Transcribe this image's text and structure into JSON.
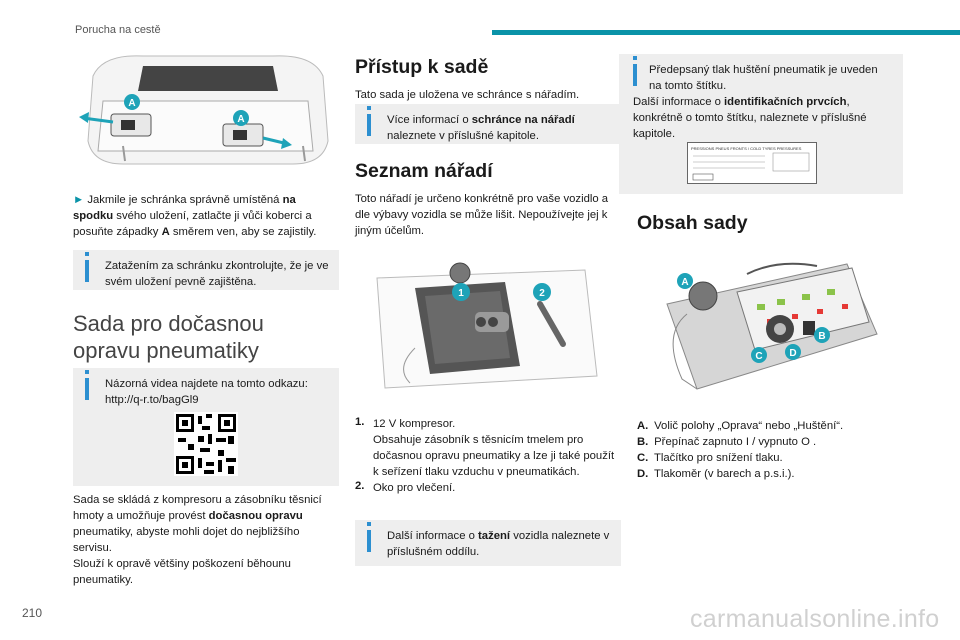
{
  "header": {
    "section": "Porucha na cestě",
    "page_number": "210"
  },
  "watermark": "carmanualsonline.info",
  "col1": {
    "step_text_a": "Jakmile je schránka správně umístěná ",
    "step_bold_a": "na spodku",
    "step_text_b": " svého uložení, zatlačte ji vůči koberci a posuňte západky ",
    "step_bold_b": "A",
    "step_text_c": " směrem ven, aby se zajistily.",
    "note1": "Zatažením za schránku zkontrolujte, že je ve svém uložení pevně zajištěna.",
    "heading_line1": "Sada pro dočasnou",
    "heading_line2": "opravu pneumatiky",
    "note2_line1": "Názorná videa najdete na tomto odkazu:",
    "note2_line2": "http://q-r.to/bagGl9",
    "para_a": "Sada se skládá z kompresoru a zásobníku těsnicí hmoty a umožňuje provést ",
    "para_bold": "dočasnou opravu",
    "para_b": " pneumatiky, abyste mohli dojet do nejbližšího servisu.",
    "para_c": "Slouží k opravě většiny poškození běhounu pneumatiky.",
    "fig_labels": [
      "A",
      "A"
    ]
  },
  "col2": {
    "heading1": "Přístup k sadě",
    "text1": "Tato sada je uložena ve schránce s nářadím.",
    "note1_a": "Více informací o ",
    "note1_bold": "schránce na nářadí",
    "note1_b": " naleznete v příslušné kapitole.",
    "heading2": "Seznam nářadí",
    "text2": "Toto nářadí je určeno konkrétně pro vaše vozidlo a dle výbavy vozidla se může lišit. Nepoužívejte jej k jiným účelům.",
    "fig_labels": [
      "1",
      "2"
    ],
    "items": [
      {
        "num": "1.",
        "title": "12 V kompresor.",
        "desc": "Obsahuje zásobník s těsnicím tmelem pro dočasnou opravu pneumatiky a lze ji také použít k seřízení tlaku vzduchu v pneumatikách."
      },
      {
        "num": "2.",
        "title": "Oko pro vlečení.",
        "desc": ""
      }
    ],
    "note2_a": "Další informace o ",
    "note2_bold": "tažení",
    "note2_b": " vozidla naleznete v příslušném oddílu."
  },
  "col3": {
    "note_line1": "Předepsaný tlak huštění pneumatik je uveden na tomto štítku.",
    "note_a": "Další informace o ",
    "note_bold": "identifikačních prvcích",
    "note_b": ", konkrétně o tomto štítku, naleznete v příslušné kapitole.",
    "label_title": "PRESSIONS PNEUS FRONTS / COLD TYRES PRESSURES",
    "heading": "Obsah sady",
    "fig_labels": [
      "A",
      "B",
      "C",
      "D"
    ],
    "legend": [
      {
        "key": "A.",
        "text": "Volič polohy „Oprava“ nebo „Huštění“."
      },
      {
        "key": "B.",
        "text": "Přepínač zapnuto I  / vypnuto O ."
      },
      {
        "key": "C.",
        "text": "Tlačítko pro snížení tlaku."
      },
      {
        "key": "D.",
        "text": "Tlakoměr (v barech a p.s.i.)."
      }
    ]
  },
  "colors": {
    "accent": "#0a93a8",
    "badge": "#1ea3b8",
    "info": "#2c8fd0"
  }
}
